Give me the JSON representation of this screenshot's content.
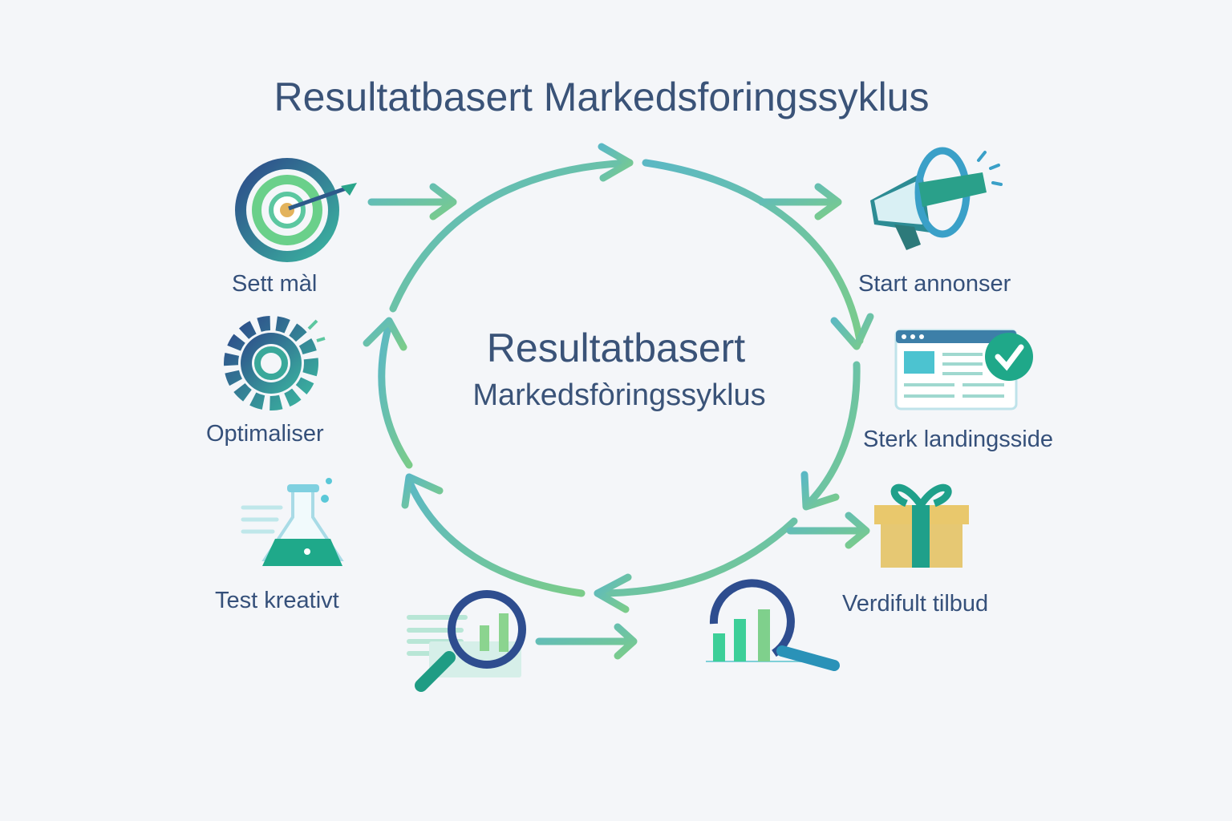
{
  "title": "Resultatbasert Markedsforingssyklus",
  "center": {
    "line1": "Resultatbasert",
    "line2": "Markedsfòringssyklus"
  },
  "steps": [
    {
      "label": "Sett màl",
      "icon": "target-icon"
    },
    {
      "label": "Start annonser",
      "icon": "megaphone-icon"
    },
    {
      "label": "Sterk landingsside",
      "icon": "landing-page-icon"
    },
    {
      "label": "Verdifult tilbud",
      "icon": "gift-icon"
    },
    {
      "label": "Test kreativt",
      "icon": "flask-icon"
    },
    {
      "label": "Optimaliser",
      "icon": "gear-icon"
    }
  ],
  "colors": {
    "navy": "#2d4a8a",
    "teal": "#5bb8c4",
    "green": "#79cb8c",
    "text": "#3a5378"
  }
}
